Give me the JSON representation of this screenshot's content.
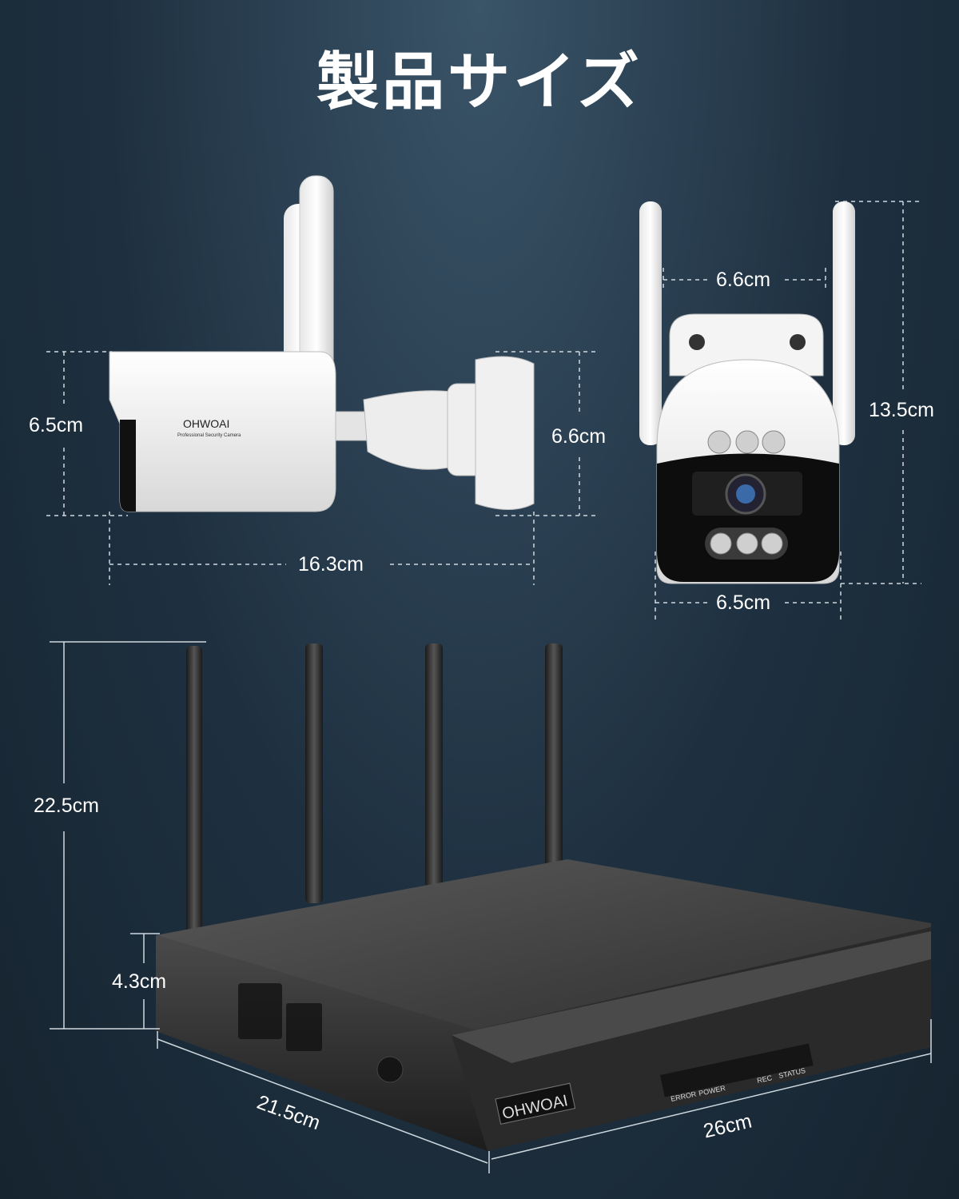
{
  "title": "製品サイズ",
  "camera_side": {
    "brand": "OHWOAI",
    "tagline": "Professional Security Camera",
    "height_label": "6.5cm",
    "mount_label": "6.6cm",
    "length_label": "16.3cm"
  },
  "camera_front": {
    "top_width_label": "6.6cm",
    "height_label": "13.5cm",
    "bottom_width_label": "6.5cm"
  },
  "nvr": {
    "brand": "OHWOAI",
    "indicators": [
      "ERROR",
      "POWER",
      "",
      "REC",
      "STATUS"
    ],
    "total_height_label": "22.5cm",
    "body_height_label": "4.3cm",
    "depth_label": "21.5cm",
    "width_label": "26cm"
  },
  "colors": {
    "background": "#1e3040",
    "camera_white": "#f2f2f2",
    "nvr_body": "#3a3a3a",
    "dim_line": "#cfd8df"
  }
}
